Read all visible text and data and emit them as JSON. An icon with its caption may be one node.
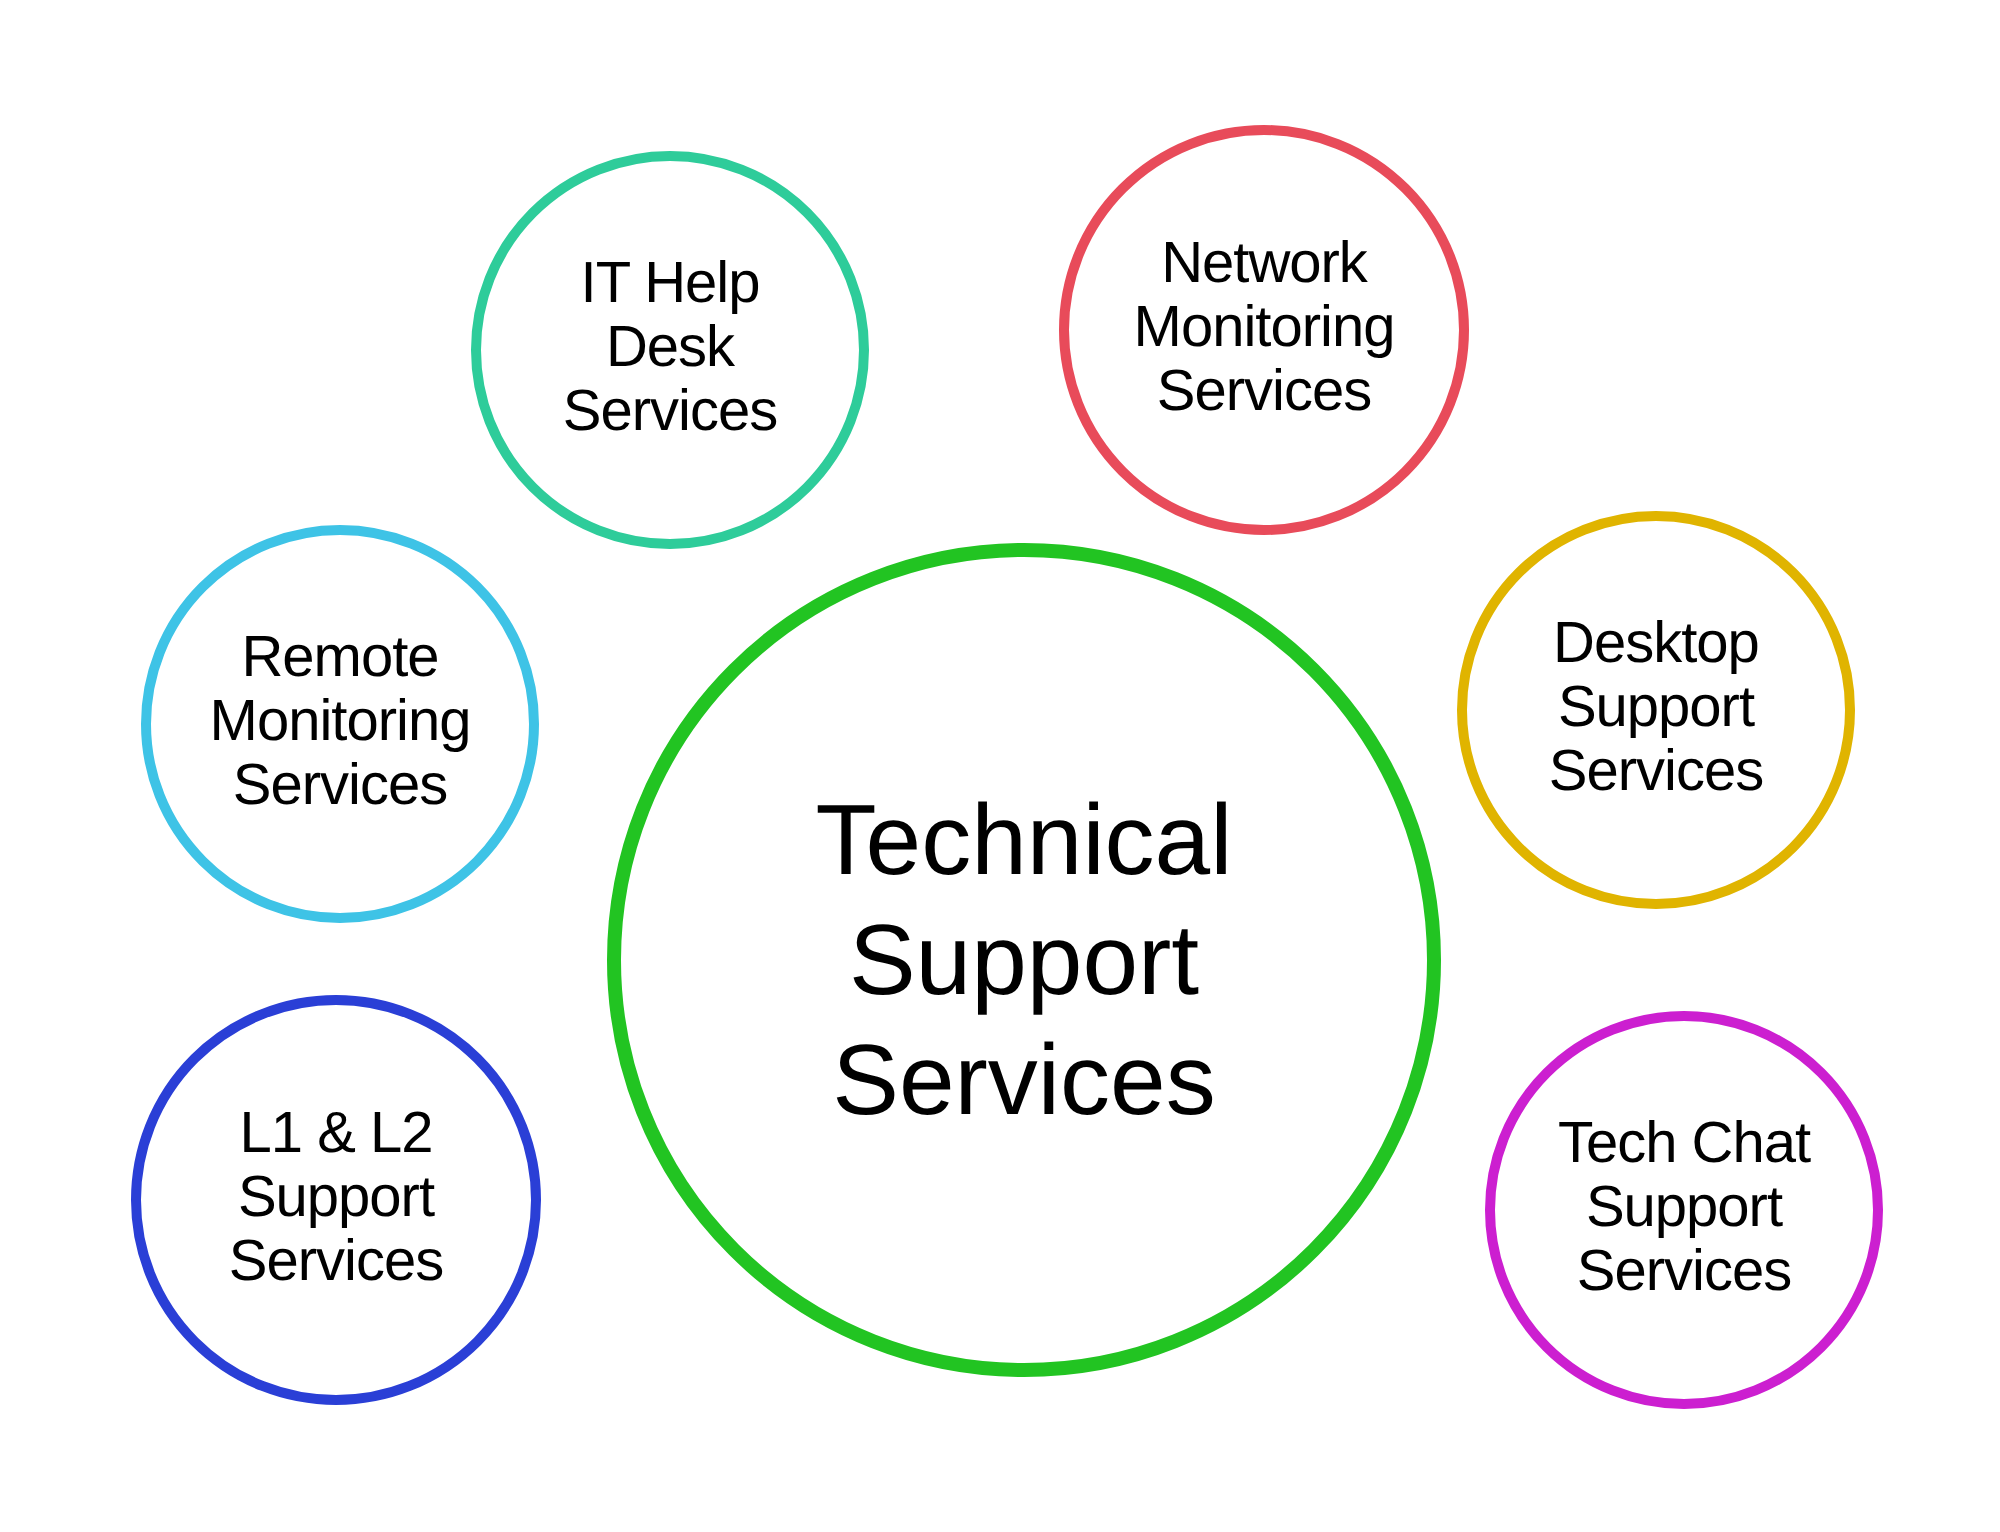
{
  "diagram": {
    "nodes": [
      {
        "text": [
          "IT Help Desk Services"
        ]
      },
      {
        "text": [
          "Network Monitoring Services"
        ]
      },
      {
        "text": [
          "Remote Monitoring Services"
        ]
      },
      {
        "text": [
          "Desktop Support Services"
        ]
      },
      {
        "text": [
          "Technical Support Services"
        ]
      },
      {
        "text": [
          "L1 & L2 Support Services"
        ]
      },
      {
        "text": [
          "Tech Chat Support Services"
        ]
      }
    ]
  }
}
